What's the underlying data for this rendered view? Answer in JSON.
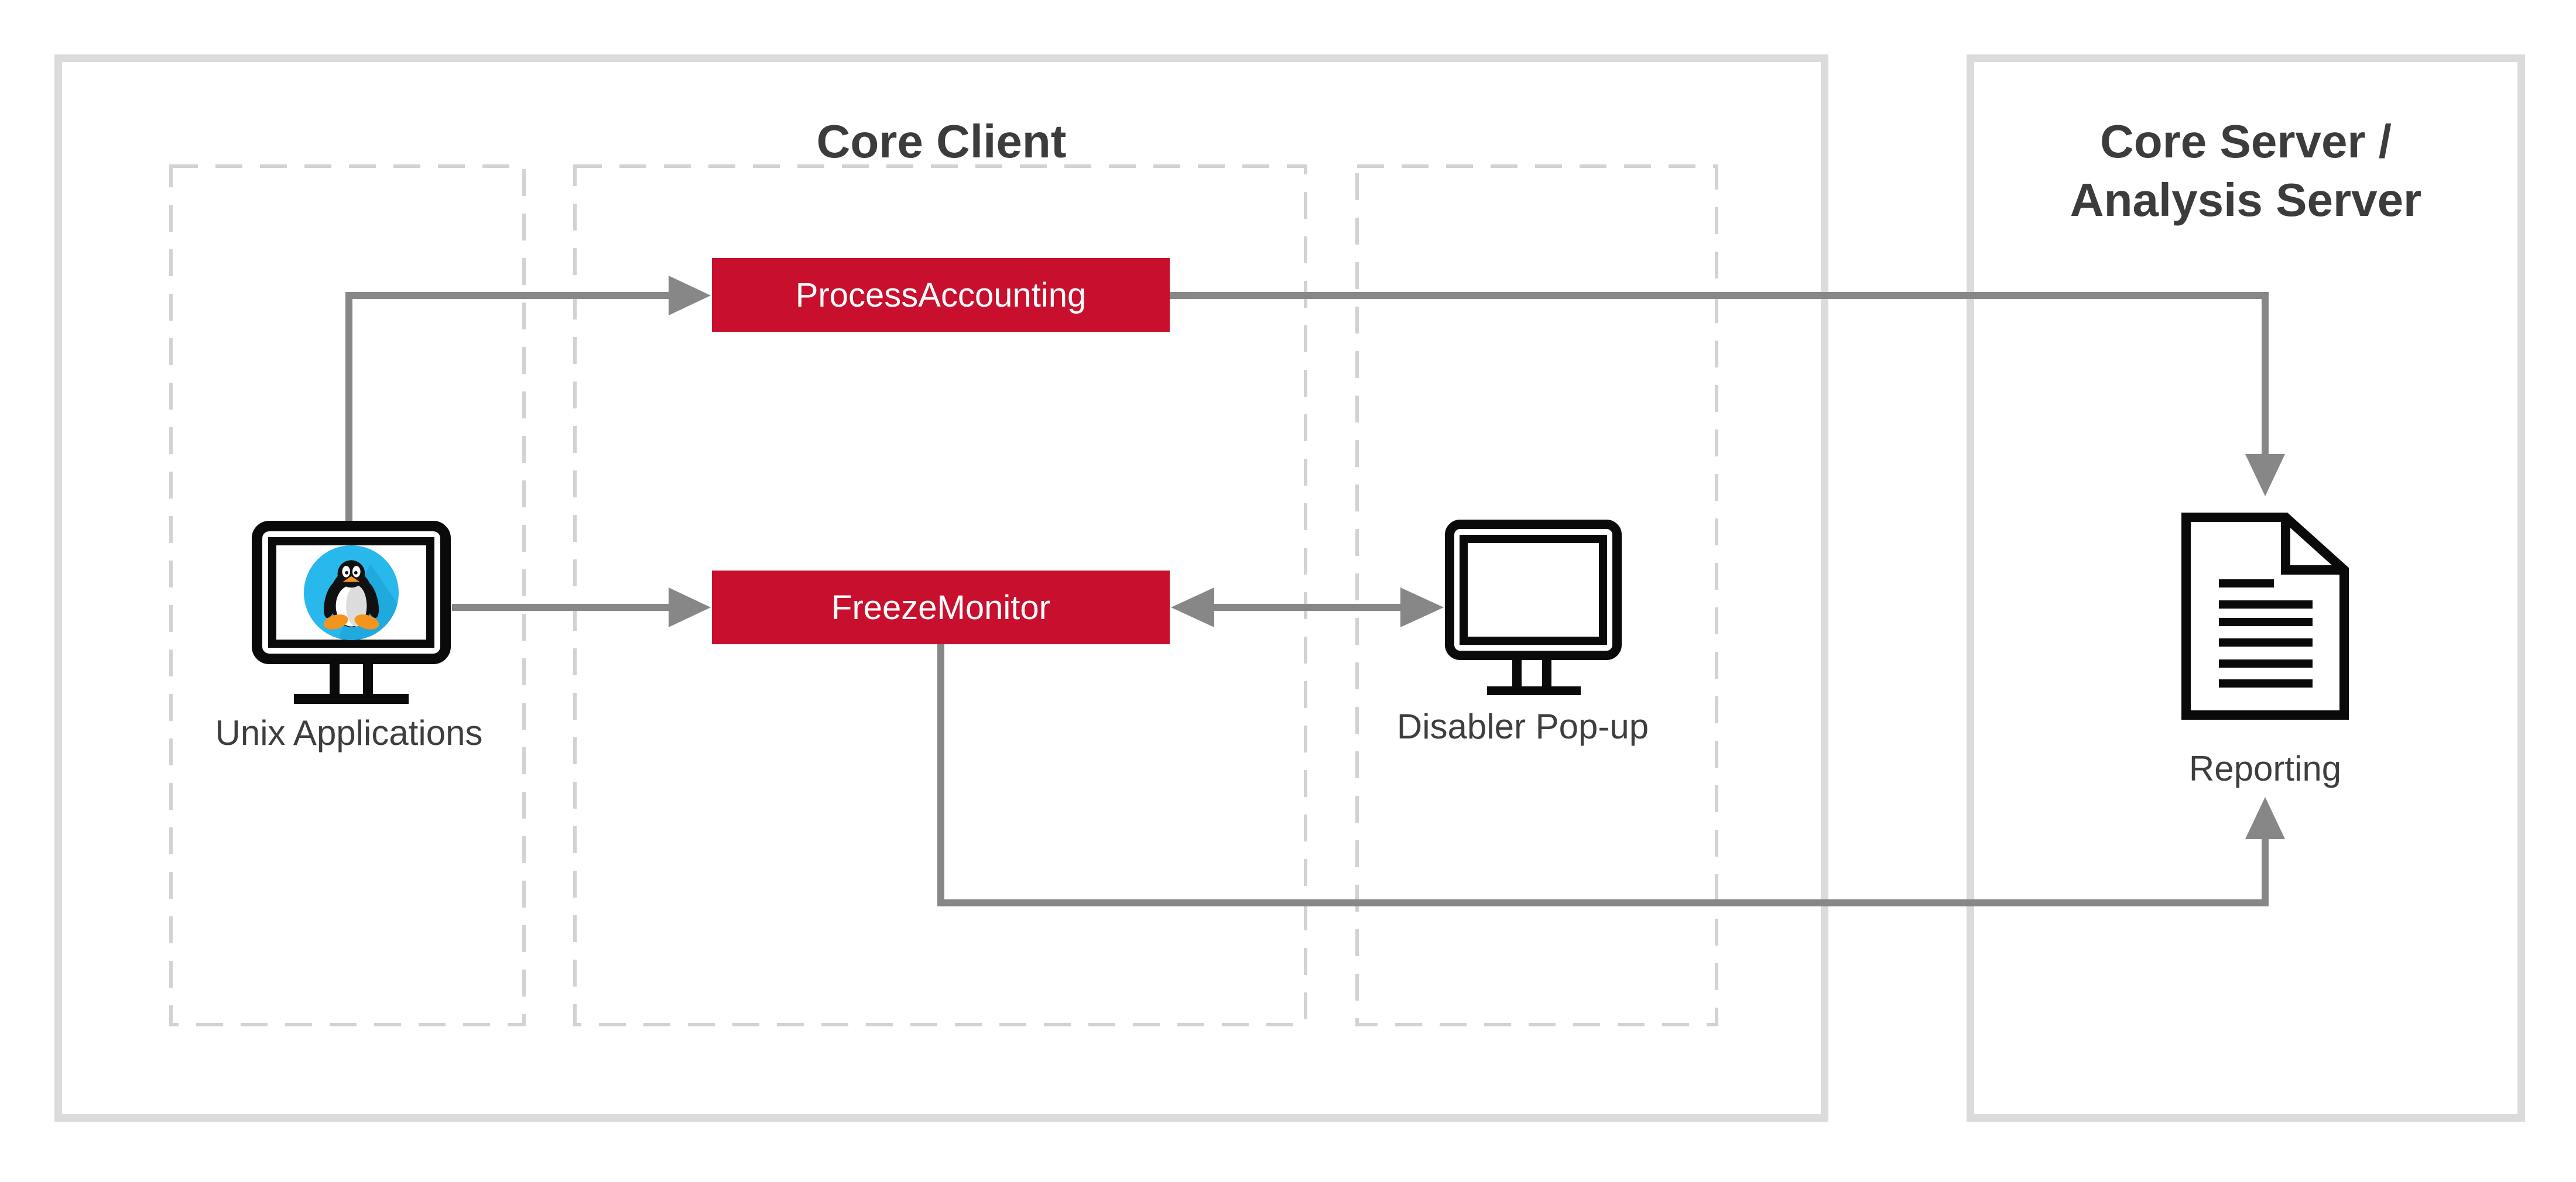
{
  "diagram": {
    "core_client": {
      "title": "Core Client"
    },
    "core_server": {
      "title_lines": [
        "Core Server /",
        "Analysis Server"
      ]
    },
    "nodes": {
      "process_accounting": {
        "label": "ProcessAccounting"
      },
      "freeze_monitor": {
        "label": "FreezeMonitor"
      },
      "unix_applications": {
        "label": "Unix Applications"
      },
      "disabler_popup": {
        "label": "Disabler Pop-up"
      },
      "reporting": {
        "label": "Reporting"
      }
    },
    "icons": {
      "unix_applications": "linux-monitor-icon",
      "disabler_popup": "monitor-icon",
      "reporting": "document-icon"
    },
    "connectors": [
      {
        "from": "unix_applications",
        "to": "process_accounting",
        "heads": "end"
      },
      {
        "from": "unix_applications",
        "to": "freeze_monitor",
        "heads": "end"
      },
      {
        "from": "freeze_monitor",
        "to": "disabler_popup",
        "heads": "both"
      },
      {
        "from": "process_accounting",
        "to": "reporting",
        "heads": "end"
      },
      {
        "from": "freeze_monitor",
        "to": "reporting",
        "heads": "end"
      }
    ],
    "colors": {
      "node_red": "#C8102E",
      "node_text": "#FFFFFF",
      "arrow_gray": "#878787",
      "solid_border_gray": "#DBDBDB",
      "dashed_border_gray": "#D2D2D2",
      "title_text": "#3C3C3C",
      "label_text": "#3E3E3E",
      "icon_black": "#0A0A0A",
      "tux_circle_blue": "#29B8EC",
      "tux_orange": "#F5941D"
    }
  }
}
